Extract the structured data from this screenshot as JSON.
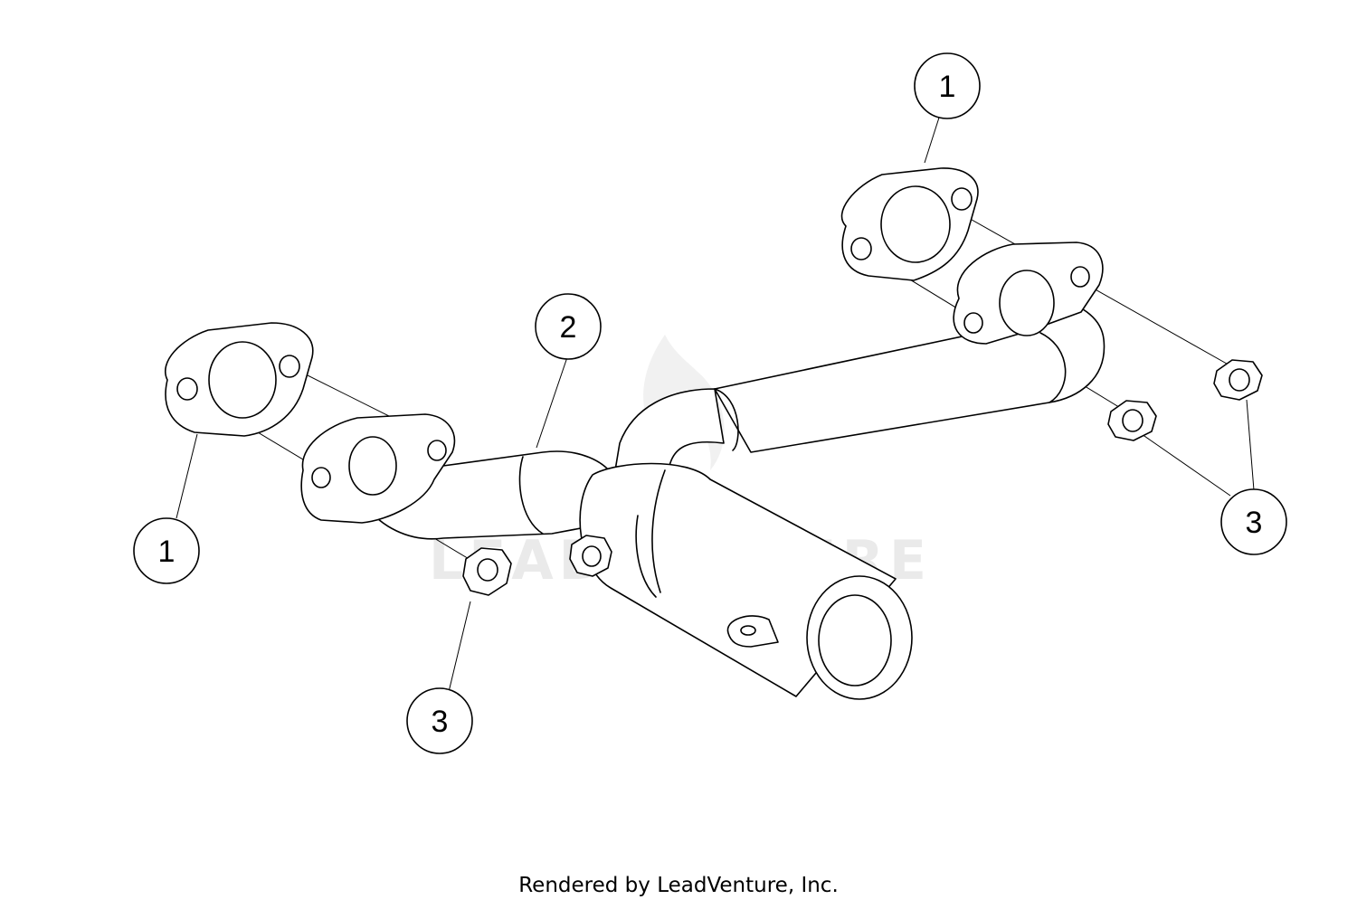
{
  "diagram": {
    "callouts": [
      {
        "id": "callout-1-top",
        "label": "1"
      },
      {
        "id": "callout-1-left",
        "label": "1"
      },
      {
        "id": "callout-2",
        "label": "2"
      },
      {
        "id": "callout-3-right",
        "label": "3"
      },
      {
        "id": "callout-3-left",
        "label": "3"
      }
    ],
    "watermark": "LEADVENTURE",
    "watermark_icon": "flame-logo-icon"
  },
  "footer": {
    "credit": "Rendered by LeadVenture, Inc."
  }
}
